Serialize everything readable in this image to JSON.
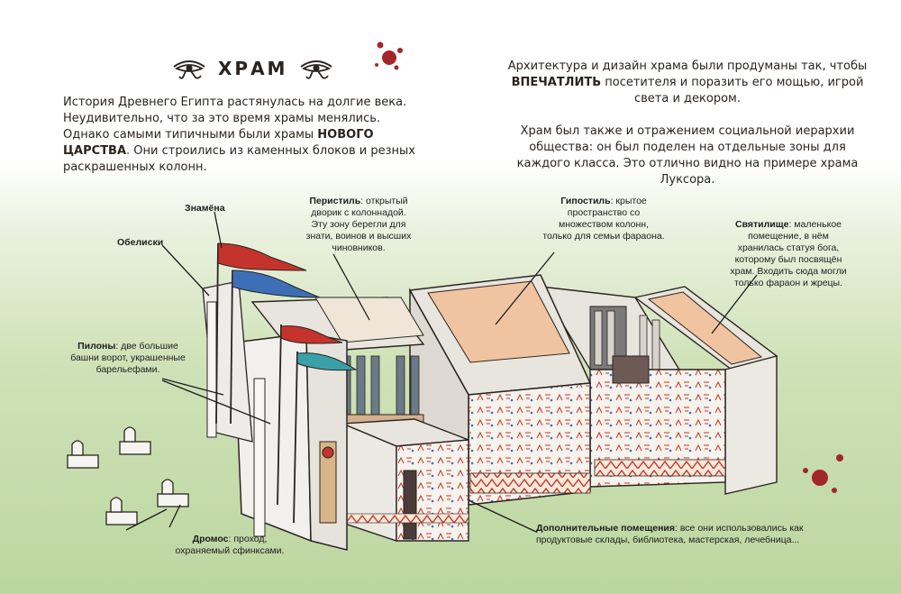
{
  "page": {
    "title": "ХРАМ",
    "intro": {
      "line1": "История Древнего Египта растянулась на долгие века.",
      "line2": "Неудивительно, что за это время храмы менялись.",
      "line3_pre": "Однако самыми типичными были храмы ",
      "line3_bold": "НОВОГО",
      "line4_bold": "ЦАРСТВА",
      "line4_post": ". Они строились из каменных блоков и резных",
      "line5": "раскрашенных колонн."
    },
    "right_text": {
      "p1_line1": "Архитектура и дизайн храма были продуманы так, чтобы",
      "p1_line2_bold": "ВПЕЧАТЛИТЬ",
      "p1_line2_post": " посетителя и поразить его мощью, игрой",
      "p1_line3": "света и декором.",
      "p2_line1": "Храм был также и отражением социальной иерархии",
      "p2_line2": "общества: он был поделен на отдельные зоны для",
      "p2_line3": "каждого класса. Это отлично видно на примере храма",
      "p2_line4": "Луксора."
    }
  },
  "labels": {
    "banners": {
      "title": "Знамёна"
    },
    "obelisks": {
      "title": "Обелиски"
    },
    "peristyle": {
      "title": "Перистиль",
      "line1_post": ": открытый",
      "line2": "дворик с колоннадой.",
      "line3": "Эту зону берегли для",
      "line4": "знати, воинов и высших",
      "line5": "чиновников."
    },
    "hypostyle": {
      "title": "Гипостиль",
      "line1_post": ": крытое",
      "line2": "пространство со",
      "line3": "множеством колонн,",
      "line4": "только для семьи фараона."
    },
    "sanctuary": {
      "title": "Святилище",
      "line1_post": ": маленькое",
      "line2": "помещение, в нём",
      "line3": "хранилась статуя бога,",
      "line4": "которому был посвящён",
      "line5": "храм. Входить сюда могли",
      "line6": "только фараон и жрецы."
    },
    "pylons": {
      "title": "Пилоны",
      "line1_post": ": две большие",
      "line2": "башни ворот, украшенные",
      "line3": "барельефами."
    },
    "dromos": {
      "title": "Дромос",
      "line1_post": ": проход,",
      "line2": "охраняемый сфинксами."
    },
    "extra_rooms": {
      "title": "Дополнительные помещения",
      "line1_post": ": все они использовались как",
      "line2": "продуктовые склады, библиотека, мастерская, лечебница..."
    }
  },
  "icons": [
    "eye-of-horus-icon",
    "ink-blot-icon",
    "sphinx-icon",
    "flag-icon"
  ],
  "colors": {
    "accent_red": "#c4342c",
    "flag_blue": "#3d6fb6",
    "flag_teal": "#3aa0a8",
    "wall": "#f4f2ee",
    "roof": "#f0c4a0",
    "line": "#2a2420",
    "ink": "#a3262a"
  }
}
